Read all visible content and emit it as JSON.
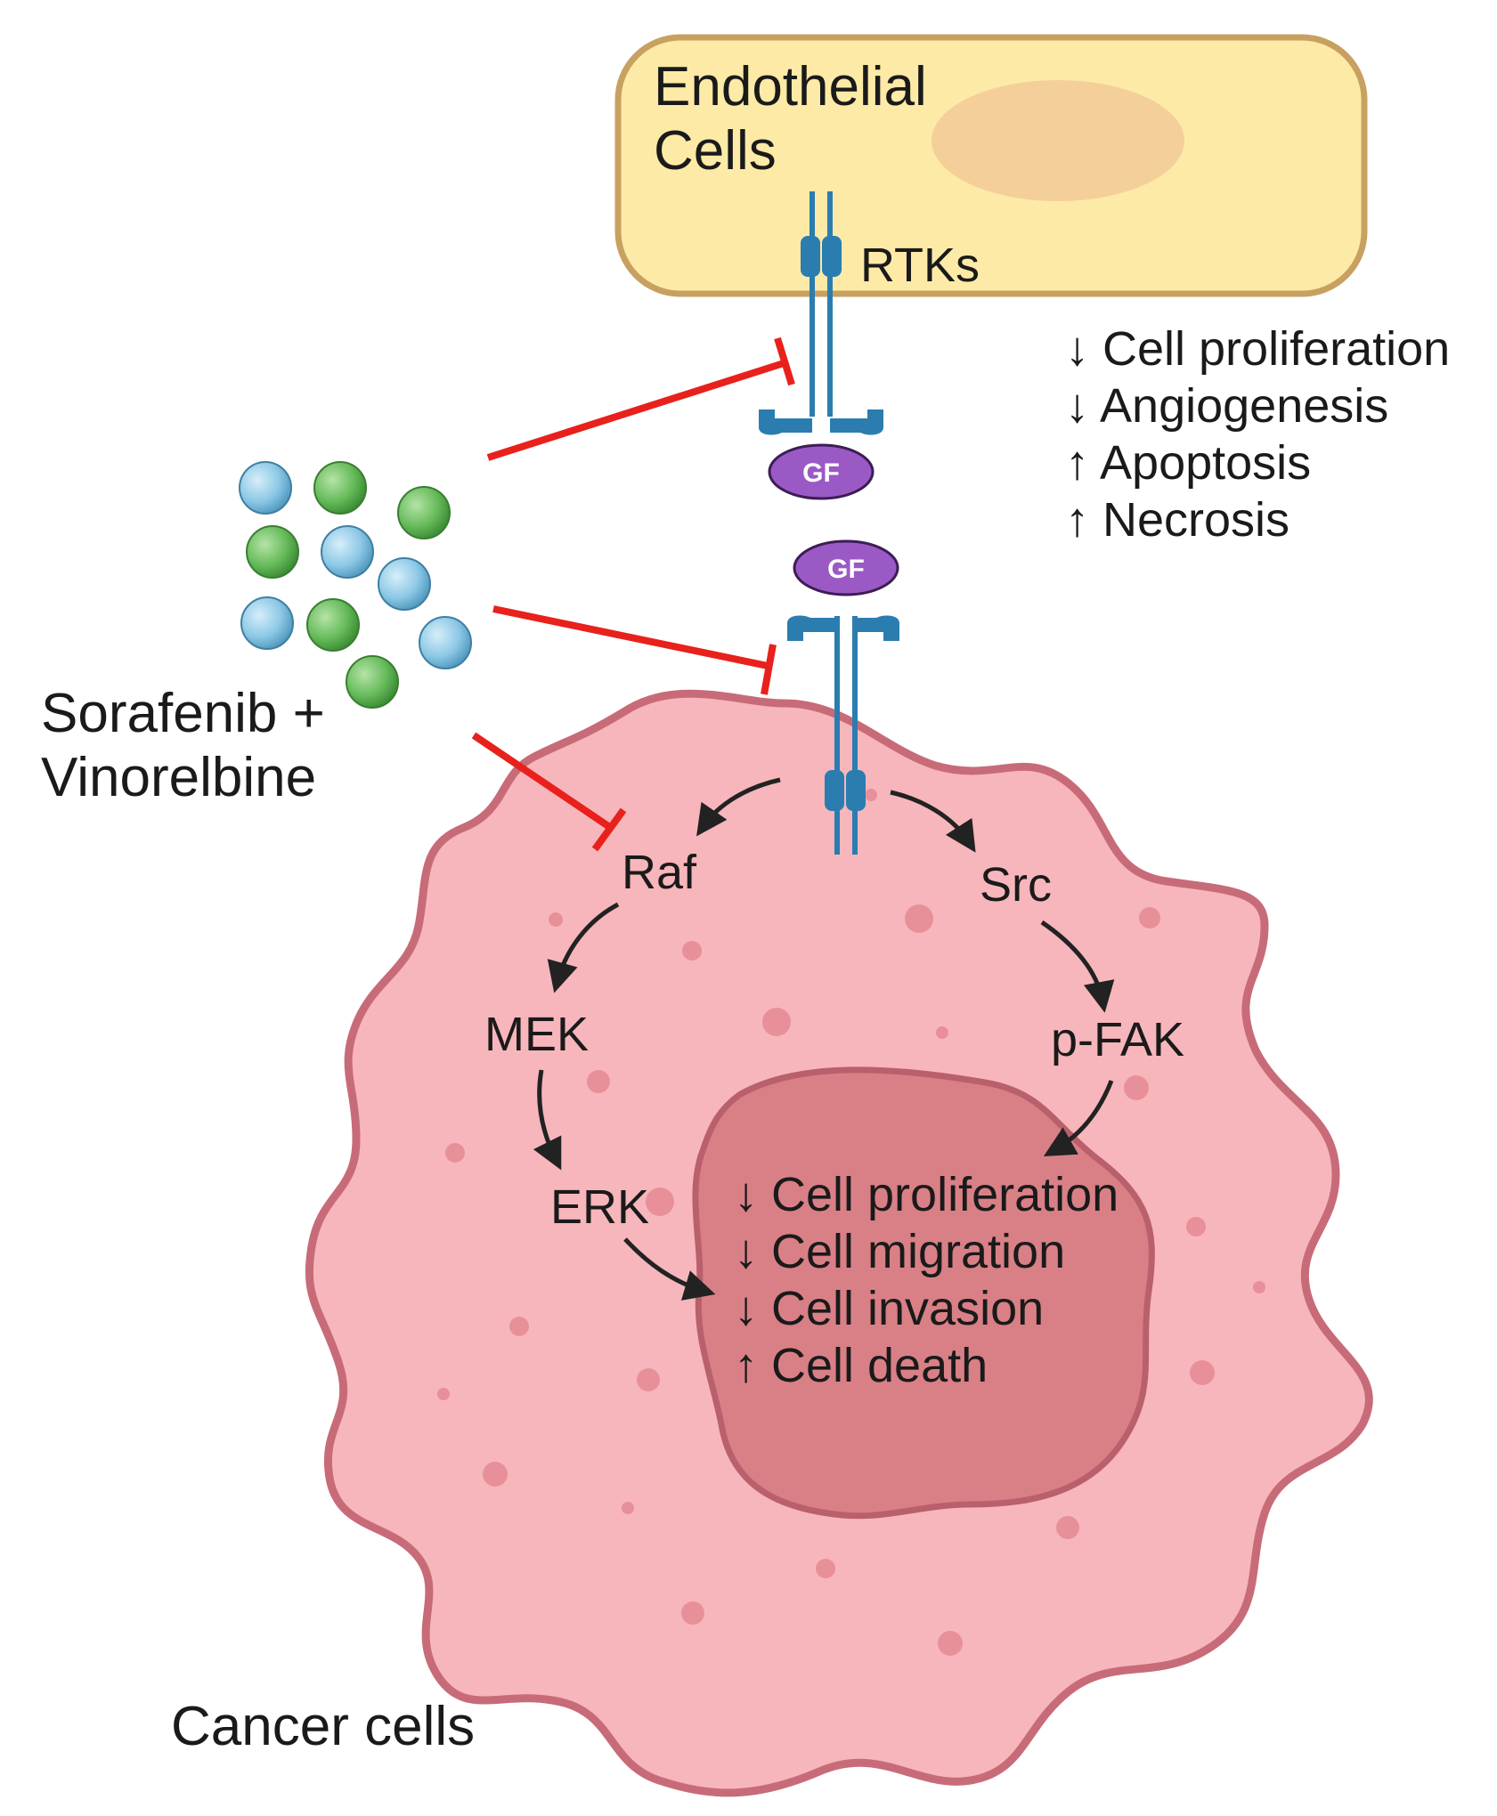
{
  "labels": {
    "endothelial_line1": "Endothelial",
    "endothelial_line2": "Cells",
    "rtks": "RTKs",
    "gf_top": "GF",
    "gf_bottom": "GF",
    "drug_line1": "Sorafenib +",
    "drug_line2": "Vinorelbine",
    "raf": "Raf",
    "src": "Src",
    "mek": "MEK",
    "erk": "ERK",
    "pfak": "p-FAK",
    "cancer_cells": "Cancer cells"
  },
  "endothelial_effects": [
    "↓ Cell proliferation",
    "↓ Angiogenesis",
    "↑ Apoptosis",
    "↑ Necrosis"
  ],
  "cancer_effects": [
    "↓ Cell proliferation",
    "↓ Cell migration",
    "↓ Cell invasion",
    "↑ Cell death"
  ],
  "colors": {
    "endothelial_fill": "#fdeaa6",
    "endothelial_stroke": "#c8a060",
    "nucleus_endo": "#f5cf9a",
    "cancer_fill": "#f7b6bb",
    "cancer_stroke": "#c86b78",
    "nucleus_cancer": "#d98086",
    "receptor": "#2b7db0",
    "gf": "#9b59c6",
    "inhibit": "#e8211c",
    "drug_blue": "#8cc8e6",
    "drug_green": "#66bb5a"
  }
}
